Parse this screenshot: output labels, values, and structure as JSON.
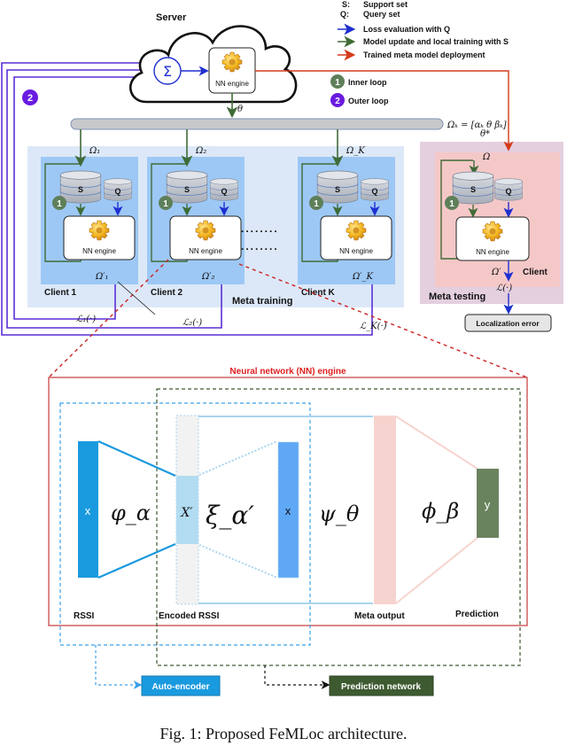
{
  "caption": "Fig. 1: Proposed FeMLoc architecture.",
  "colors": {
    "blue_arrow": "#1f2fd0",
    "green_arrow": "#3f6b37",
    "red_arrow": "#d63a1a",
    "purple_loop": "#5a2fd6",
    "inner_badge": "#5f7f5a",
    "outer_badge": "#6a1be0",
    "meta_training_bg": "#dce8f8",
    "client_bg": "#9dc8f5",
    "meta_testing_bg": "#e4cfdf",
    "meta_testing_client_bg": "#f5c8c8",
    "nn_frame": "#cc3333",
    "autoencoder": "#1a9ade",
    "prediction_network": "#3d5a30"
  },
  "legend": {
    "s_key": "S:",
    "s_value": "Support set",
    "q_key": "Q:",
    "q_value": "Query set",
    "arrows": [
      {
        "color": "blue",
        "label": "Loss evaluation with Q"
      },
      {
        "color": "green",
        "label": "Model update and local training with S"
      },
      {
        "color": "red",
        "label": "Trained meta model deployment"
      }
    ],
    "loops": [
      {
        "badge": "1",
        "label": "Inner loop"
      },
      {
        "badge": "2",
        "label": "Outer loop"
      }
    ]
  },
  "server": {
    "title": "Server",
    "sum_symbol": "Σ",
    "engine_label": "NN engine",
    "theta": "θ",
    "omega_def": "Ωₖ = [αₖ θ βₖ]",
    "theta_star": "θ*"
  },
  "outer_badge": "2",
  "meta_training": {
    "title": "Meta training",
    "dots": "........",
    "clients": [
      {
        "name": "Client 1",
        "omega_in": "Ω₁",
        "omega_out": "Ω′₁",
        "loss": "ℒ₁(·)",
        "s": "S",
        "q": "Q",
        "engine": "NN engine",
        "badge": "1"
      },
      {
        "name": "Client 2",
        "omega_in": "Ω₂",
        "omega_out": "Ω′₂",
        "loss": "ℒ₂(·)",
        "s": "S",
        "q": "Q",
        "engine": "NN engine",
        "badge": "1"
      },
      {
        "name": "Client K",
        "omega_in": "Ω_K",
        "omega_out": "Ω′_K",
        "loss": "ℒ_K(·)",
        "s": "S",
        "q": "Q",
        "engine": "NN engine",
        "badge": "1"
      }
    ]
  },
  "meta_testing": {
    "title": "Meta testing",
    "client": "Client",
    "omega_in": "Ω",
    "omega_out": "Ω′",
    "loss": "ℒ(·)",
    "s": "S",
    "q": "Q",
    "engine": "NN engine",
    "badge": "1",
    "output": "Localization error"
  },
  "nn_engine": {
    "title": "Neural network (NN) engine",
    "input_label": "x",
    "encoder_fn": "φ_α",
    "encoded_label": "X′",
    "decoder_fn": "ξ_α′",
    "recon_label": "x",
    "meta_fn": "ψ_θ",
    "pred_fn": "ϕ_β",
    "output_label": "y",
    "captions": [
      "RSSI",
      "Encoded RSSI",
      "Meta output",
      "Prediction"
    ],
    "autoencoder": "Auto-encoder",
    "prediction_network": "Prediction network"
  }
}
